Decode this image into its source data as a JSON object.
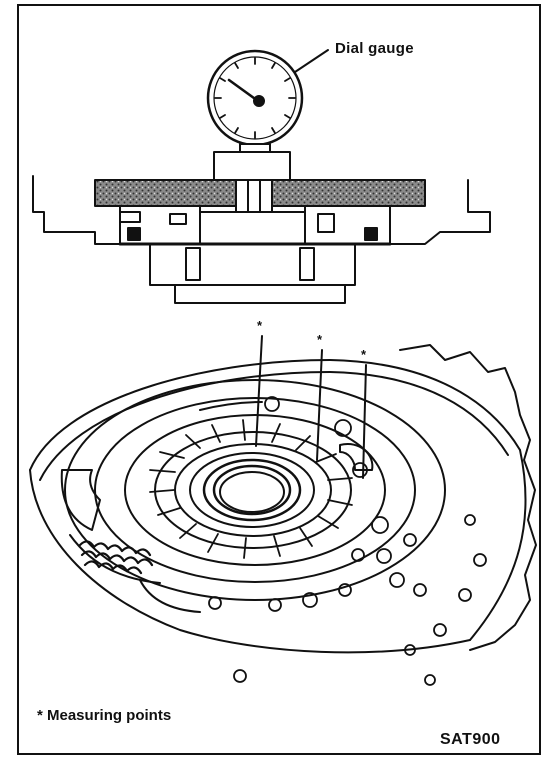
{
  "figure": {
    "callout_label": "Dial gauge",
    "footnote": "* Measuring points",
    "figure_code": "SAT900",
    "asterisk": "*"
  }
}
